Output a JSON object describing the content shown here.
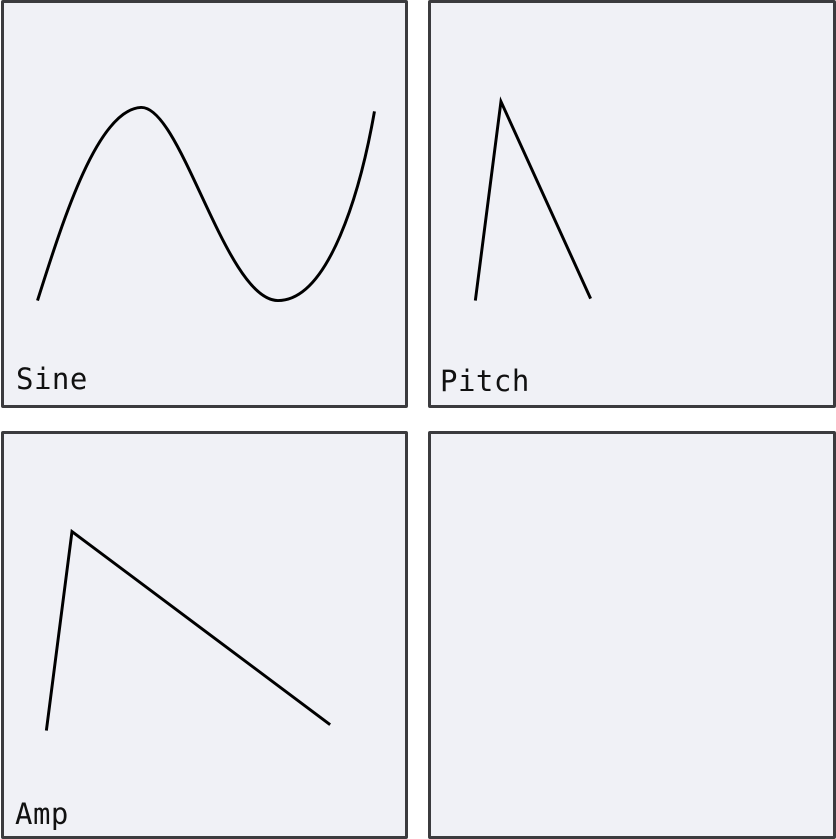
{
  "panels": [
    {
      "id": "sine",
      "label": "Sine"
    },
    {
      "id": "pitch",
      "label": "Pitch"
    },
    {
      "id": "amp",
      "label": "Amp"
    },
    {
      "id": "empty",
      "label": ""
    }
  ],
  "colors": {
    "panel_bg": "#f0f1f6",
    "panel_border": "#3b3b3e",
    "curve": "#000000"
  }
}
